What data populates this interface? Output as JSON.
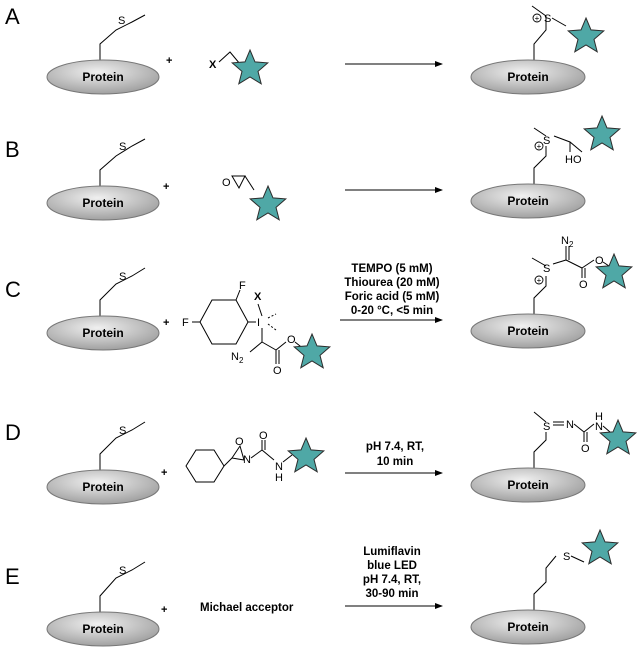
{
  "protein_label": "Protein",
  "plus": "+",
  "atoms": {
    "S": "S",
    "X": "X",
    "F": "F",
    "I": "I",
    "O": "O",
    "N": "N",
    "H": "H",
    "HO": "HO",
    "N2_main": "N",
    "N2_sub": "2",
    "charge": "+"
  },
  "colors": {
    "star": "#4fa8a6",
    "protein_light": "#f0f0f0",
    "protein_dark": "#9a9a9a"
  },
  "icons": [
    "star-tag-icon",
    "protein-ellipse-icon",
    "reaction-arrow-icon"
  ],
  "rows": [
    {
      "label": "A",
      "reagent_text": "",
      "conditions": []
    },
    {
      "label": "B",
      "reagent_text": "",
      "conditions": []
    },
    {
      "label": "C",
      "reagent_text": "",
      "conditions": [
        "TEMPO (5 mM)",
        "Thiourea (20 mM)",
        "Foric acid (5 mM)",
        "0-20 °C, <5 min"
      ]
    },
    {
      "label": "D",
      "reagent_text": "",
      "conditions": [
        "pH 7.4, RT,",
        "10 min"
      ]
    },
    {
      "label": "E",
      "reagent_text": "Michael acceptor",
      "conditions": [
        "Lumiflavin",
        "blue LED",
        "pH 7.4, RT,",
        "30-90 min"
      ]
    }
  ]
}
